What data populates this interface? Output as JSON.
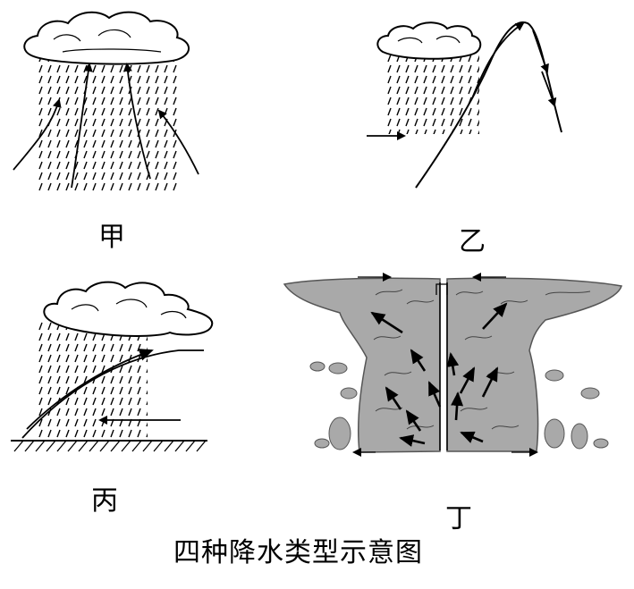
{
  "panels": [
    {
      "id": "jia",
      "label": "甲"
    },
    {
      "id": "yi",
      "label": "乙"
    },
    {
      "id": "bing",
      "label": "丙"
    },
    {
      "id": "ding",
      "label": "丁"
    }
  ],
  "caption": "四种降水类型示意图",
  "colors": {
    "ink": "#000000",
    "storm_gray": "#a9a9a9",
    "storm_edge": "#555555"
  }
}
